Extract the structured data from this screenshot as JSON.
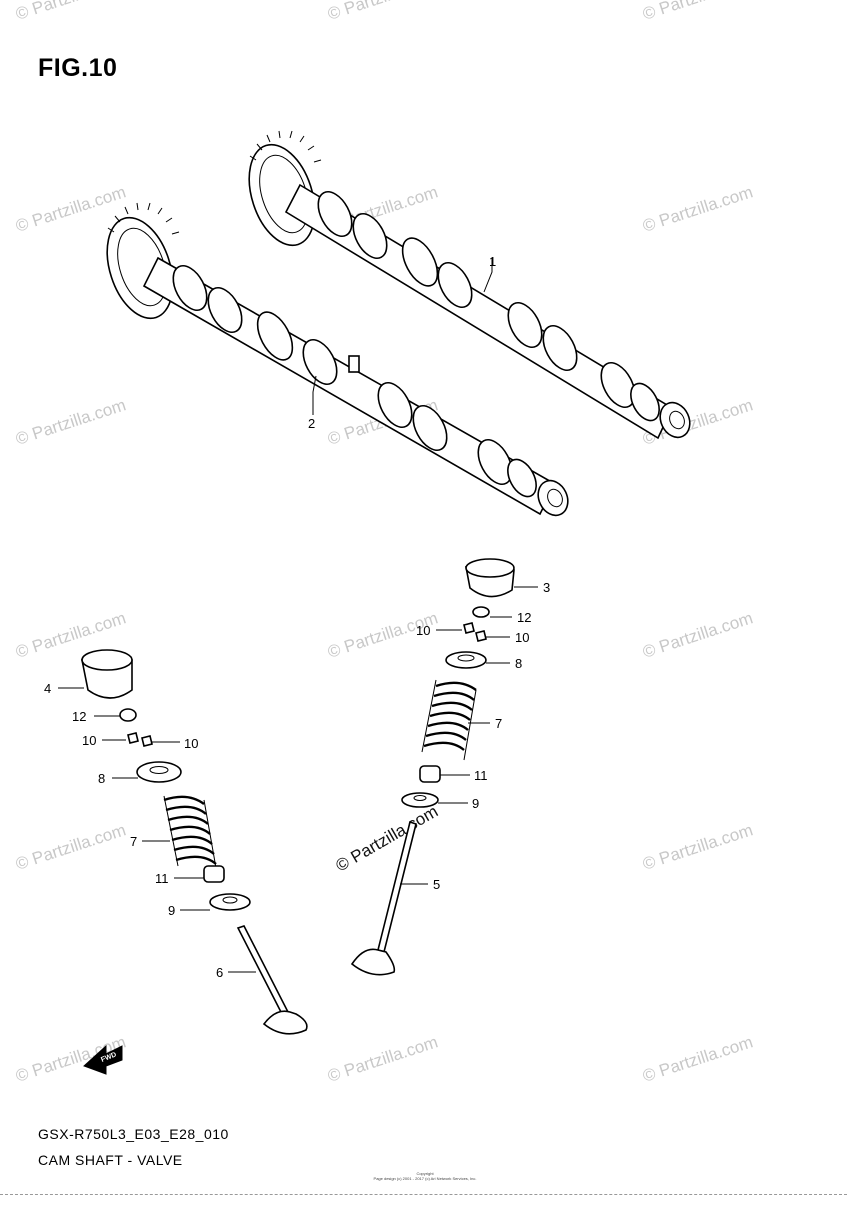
{
  "figure": {
    "title": "FIG.10",
    "code": "GSX-R750L3_E03_E28_010",
    "name": "CAM SHAFT - VALVE",
    "copyright_line1": "Copyright",
    "copyright_line2": "Page design (c) 2001 - 2017 (c) Ari Network Services, Inc."
  },
  "watermark": {
    "text": "© Partzilla.com",
    "center_text": "© Partzilla.com"
  },
  "callouts": [
    {
      "id": "1",
      "label": "1",
      "part": "camshaft-exhaust"
    },
    {
      "id": "2",
      "label": "2",
      "part": "camshaft-intake"
    },
    {
      "id": "3",
      "label": "3",
      "part": "tappet-right"
    },
    {
      "id": "12r",
      "label": "12",
      "part": "shim-right"
    },
    {
      "id": "10rl",
      "label": "10",
      "part": "cotter-right-left"
    },
    {
      "id": "10rr",
      "label": "10",
      "part": "cotter-right-right"
    },
    {
      "id": "8r",
      "label": "8",
      "part": "retainer-right"
    },
    {
      "id": "7r",
      "label": "7",
      "part": "spring-right"
    },
    {
      "id": "11r",
      "label": "11",
      "part": "stem-seal-right"
    },
    {
      "id": "9r",
      "label": "9",
      "part": "spring-seat-right"
    },
    {
      "id": "5",
      "label": "5",
      "part": "valve-exhaust"
    },
    {
      "id": "4",
      "label": "4",
      "part": "tappet-left"
    },
    {
      "id": "12l",
      "label": "12",
      "part": "shim-left"
    },
    {
      "id": "10ll",
      "label": "10",
      "part": "cotter-left-left"
    },
    {
      "id": "10lr",
      "label": "10",
      "part": "cotter-left-right"
    },
    {
      "id": "8l",
      "label": "8",
      "part": "retainer-left"
    },
    {
      "id": "7l",
      "label": "7",
      "part": "spring-left"
    },
    {
      "id": "11l",
      "label": "11",
      "part": "stem-seal-left"
    },
    {
      "id": "9l",
      "label": "9",
      "part": "spring-seat-left"
    },
    {
      "id": "6",
      "label": "6",
      "part": "valve-intake"
    }
  ],
  "front_arrow": {
    "label": "FWD",
    "icon": "front-direction-arrow-icon"
  }
}
